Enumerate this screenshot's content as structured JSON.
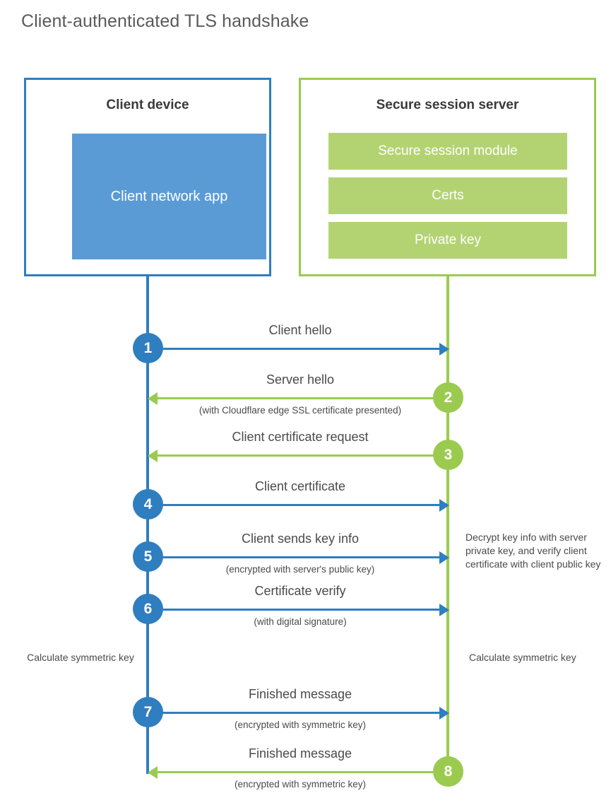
{
  "title": "Client-authenticated TLS handshake",
  "colors": {
    "client_blue": "#2f7ec0",
    "client_app_fill": "#5b9bd5",
    "server_green": "#9acb4f",
    "server_bar_fill": "#b3d373",
    "text": "#4a4a4a"
  },
  "client": {
    "title": "Client device",
    "app_label": "Client network app"
  },
  "server": {
    "title": "Secure session server",
    "components": [
      "Secure session module",
      "Certs",
      "Private key"
    ]
  },
  "notes": {
    "server_decrypt": "Decrypt key info with server private key, and verify client certificate with client public key",
    "client_calculate": "Calculate symmetric key",
    "server_calculate": "Calculate symmetric key"
  },
  "chart_data": {
    "type": "sequence-diagram",
    "participants": [
      "Client device",
      "Secure session server"
    ],
    "steps": [
      {
        "number": "1",
        "label": "Client hello",
        "sublabel": "",
        "direction": "client-to-server",
        "origin": "client"
      },
      {
        "number": "2",
        "label": "Server hello",
        "sublabel": "(with Cloudflare edge SSL certificate presented)",
        "direction": "server-to-client",
        "origin": "server"
      },
      {
        "number": "3",
        "label": "Client certificate request",
        "sublabel": "",
        "direction": "server-to-client",
        "origin": "server"
      },
      {
        "number": "4",
        "label": "Client certificate",
        "sublabel": "",
        "direction": "client-to-server",
        "origin": "client"
      },
      {
        "number": "5",
        "label": "Client sends key info",
        "sublabel": "(encrypted with server's public key)",
        "direction": "client-to-server",
        "origin": "client"
      },
      {
        "number": "6",
        "label": "Certificate verify",
        "sublabel": "(with digital signature)",
        "direction": "client-to-server",
        "origin": "client"
      },
      {
        "number": "7",
        "label": "Finished message",
        "sublabel": "(encrypted with symmetric key)",
        "direction": "client-to-server",
        "origin": "client"
      },
      {
        "number": "8",
        "label": "Finished message",
        "sublabel": "(encrypted with symmetric key)",
        "direction": "server-to-client",
        "origin": "server"
      }
    ]
  }
}
